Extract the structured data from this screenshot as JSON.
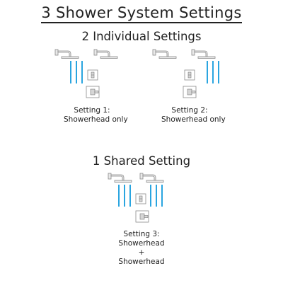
{
  "title": "3 Shower System Settings",
  "individual": {
    "heading": "2 Individual Settings",
    "setting1": {
      "line1": "Setting 1:",
      "line2": "Showerhead only"
    },
    "setting2": {
      "line1": "Setting 2:",
      "line2": "Showerhead only"
    }
  },
  "shared": {
    "heading": "1 Shared Setting",
    "setting3": {
      "line1": "Setting 3:",
      "line2": "Showerhead",
      "line3": "+",
      "line4": "Showerhead"
    }
  },
  "colors": {
    "water": "#2aa5e0",
    "chrome": "#e9e9e9",
    "outline": "#8a8a8a",
    "text": "#222222"
  },
  "icons": [
    "showerhead-icon",
    "diverter-valve-icon",
    "shower-handle-icon"
  ]
}
